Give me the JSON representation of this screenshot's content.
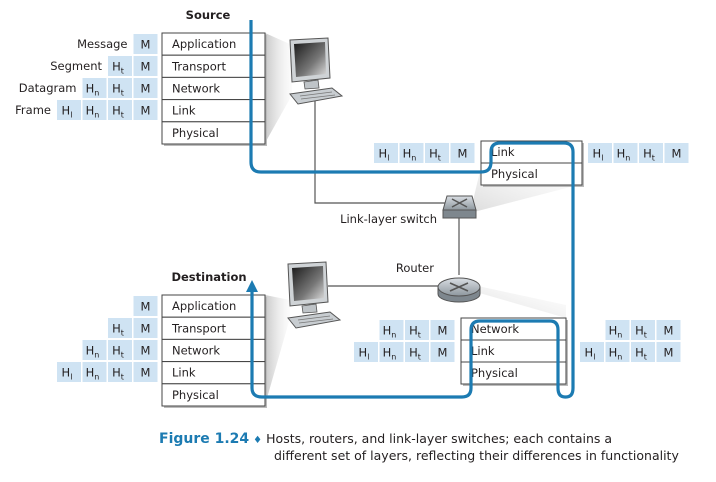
{
  "figure": {
    "number": "Figure 1.24",
    "bullet": "♦",
    "caption_line1": "Hosts, routers, and link-layer switches; each contains a",
    "caption_line2": "different set of layers, reflecting their differences in functionality"
  },
  "colors": {
    "path_blue": "#1c7bb2",
    "header_fill": "#cfe3f3",
    "wire_gray": "#555555",
    "box_border": "#444444"
  },
  "source": {
    "title": "Source",
    "layers": [
      "Application",
      "Transport",
      "Network",
      "Link",
      "Physical"
    ],
    "pdu_labels": [
      "Message",
      "Segment",
      "Datagram",
      "Frame"
    ],
    "headers": [
      [
        {
          "t": "M",
          "s": ""
        }
      ],
      [
        {
          "t": "H",
          "s": "t"
        },
        {
          "t": "M",
          "s": ""
        }
      ],
      [
        {
          "t": "H",
          "s": "n"
        },
        {
          "t": "H",
          "s": "t"
        },
        {
          "t": "M",
          "s": ""
        }
      ],
      [
        {
          "t": "H",
          "s": "l"
        },
        {
          "t": "H",
          "s": "n"
        },
        {
          "t": "H",
          "s": "t"
        },
        {
          "t": "M",
          "s": ""
        }
      ]
    ]
  },
  "destination": {
    "title": "Destination",
    "layers": [
      "Application",
      "Transport",
      "Network",
      "Link",
      "Physical"
    ],
    "headers": [
      [
        {
          "t": "M",
          "s": ""
        }
      ],
      [
        {
          "t": "H",
          "s": "t"
        },
        {
          "t": "M",
          "s": ""
        }
      ],
      [
        {
          "t": "H",
          "s": "n"
        },
        {
          "t": "H",
          "s": "t"
        },
        {
          "t": "M",
          "s": ""
        }
      ],
      [
        {
          "t": "H",
          "s": "l"
        },
        {
          "t": "H",
          "s": "n"
        },
        {
          "t": "H",
          "s": "t"
        },
        {
          "t": "M",
          "s": ""
        }
      ]
    ]
  },
  "switch": {
    "label": "Link-layer switch",
    "layers": [
      "Link",
      "Physical"
    ],
    "headers_in": [
      {
        "t": "H",
        "s": "l"
      },
      {
        "t": "H",
        "s": "n"
      },
      {
        "t": "H",
        "s": "t"
      },
      {
        "t": "M",
        "s": ""
      }
    ],
    "headers_out": [
      {
        "t": "H",
        "s": "l"
      },
      {
        "t": "H",
        "s": "n"
      },
      {
        "t": "H",
        "s": "t"
      },
      {
        "t": "M",
        "s": ""
      }
    ]
  },
  "router": {
    "label": "Router",
    "layers": [
      "Network",
      "Link",
      "Physical"
    ],
    "headers_in": [
      [
        {
          "t": "H",
          "s": "n"
        },
        {
          "t": "H",
          "s": "t"
        },
        {
          "t": "M",
          "s": ""
        }
      ],
      [
        {
          "t": "H",
          "s": "l"
        },
        {
          "t": "H",
          "s": "n"
        },
        {
          "t": "H",
          "s": "t"
        },
        {
          "t": "M",
          "s": ""
        }
      ]
    ],
    "headers_out": [
      [
        {
          "t": "H",
          "s": "n"
        },
        {
          "t": "H",
          "s": "t"
        },
        {
          "t": "M",
          "s": ""
        }
      ],
      [
        {
          "t": "H",
          "s": "l"
        },
        {
          "t": "H",
          "s": "n"
        },
        {
          "t": "H",
          "s": "t"
        },
        {
          "t": "M",
          "s": ""
        }
      ]
    ]
  }
}
